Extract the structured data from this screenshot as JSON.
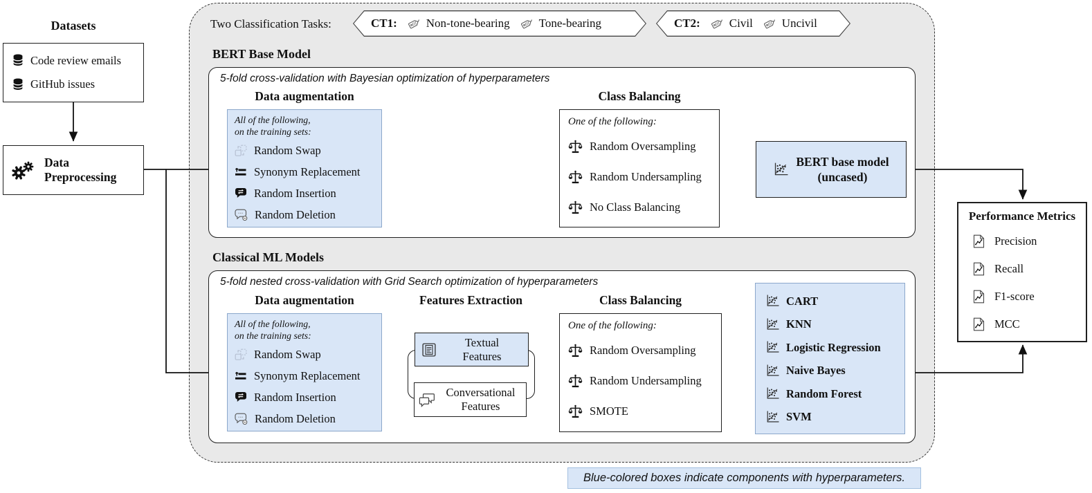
{
  "colors": {
    "panel_gray": "#e9e9e9",
    "blue_fill": "#d9e6f7",
    "blue_border": "#8ba7cb",
    "line": "#111111"
  },
  "tasks": {
    "label": "Two Classification Tasks:",
    "ct1": {
      "name": "CT1:",
      "tag_icon": "tag-icon",
      "tag1": "Non-tone-bearing",
      "tag2": "Tone-bearing"
    },
    "ct2": {
      "name": "CT2:",
      "tag_icon": "tag-icon",
      "tag1": "Civil",
      "tag2": "Uncivil"
    }
  },
  "datasets": {
    "title": "Datasets",
    "items": [
      {
        "icon": "database-icon",
        "label": "Code review emails"
      },
      {
        "icon": "database-icon",
        "label": "GitHub issues"
      }
    ]
  },
  "preprocessing": {
    "icon": "gears-icon",
    "label": "Data Preprocessing"
  },
  "augmentation": {
    "title": "Data augmentation",
    "note_line1": "All of the following,",
    "note_line2": "on the training sets:",
    "items": [
      {
        "icon": "swap-icon",
        "label": "Random Swap"
      },
      {
        "icon": "sliders-icon",
        "label": "Synonym Replacement"
      },
      {
        "icon": "chat-arrows-icon",
        "label": "Random Insertion"
      },
      {
        "icon": "chat-remove-icon",
        "label": "Random Deletion"
      }
    ]
  },
  "bert": {
    "title": "BERT Base Model",
    "subtitle": "5-fold cross-validation with Bayesian optimization of hyperparameters",
    "balancing": {
      "title": "Class Balancing",
      "note": "One of the following:",
      "items": [
        {
          "icon": "scales-icon",
          "label": "Random Oversampling"
        },
        {
          "icon": "scales-icon",
          "label": "Random Undersampling"
        },
        {
          "icon": "scales-icon",
          "label": "No Class Balancing"
        }
      ]
    },
    "model": {
      "icon": "scatter-plot-icon",
      "line1": "BERT base model",
      "line2": "(uncased)"
    }
  },
  "classical": {
    "title": "Classical ML Models",
    "subtitle": "5-fold nested cross-validation with Grid Search optimization of hyperparameters",
    "features": {
      "title": "Features Extraction",
      "textual": {
        "icon": "document-text-icon",
        "line1": "Textual",
        "line2": "Features"
      },
      "conversational": {
        "icon": "chat-bubbles-icon",
        "line1": "Conversational",
        "line2": "Features"
      }
    },
    "balancing": {
      "title": "Class Balancing",
      "note": "One of the following:",
      "items": [
        {
          "icon": "scales-icon",
          "label": "Random Oversampling"
        },
        {
          "icon": "scales-icon",
          "label": "Random Undersampling"
        },
        {
          "icon": "scales-icon",
          "label": "SMOTE"
        }
      ]
    },
    "models": [
      {
        "icon": "scatter-plot-icon",
        "label": "CART"
      },
      {
        "icon": "scatter-plot-icon",
        "label": "KNN"
      },
      {
        "icon": "scatter-plot-icon",
        "label": "Logistic Regression"
      },
      {
        "icon": "scatter-plot-icon",
        "label": "Naive Bayes"
      },
      {
        "icon": "scatter-plot-icon",
        "label": "Random Forest"
      },
      {
        "icon": "scatter-plot-icon",
        "label": "SVM"
      }
    ]
  },
  "metrics": {
    "title": "Performance Metrics",
    "items": [
      {
        "icon": "chart-document-icon",
        "label": "Precision"
      },
      {
        "icon": "chart-document-icon",
        "label": "Recall"
      },
      {
        "icon": "chart-document-icon",
        "label": "F1-score"
      },
      {
        "icon": "chart-document-icon",
        "label": "MCC"
      }
    ]
  },
  "footnote": "Blue-colored boxes indicate components with hyperparameters."
}
